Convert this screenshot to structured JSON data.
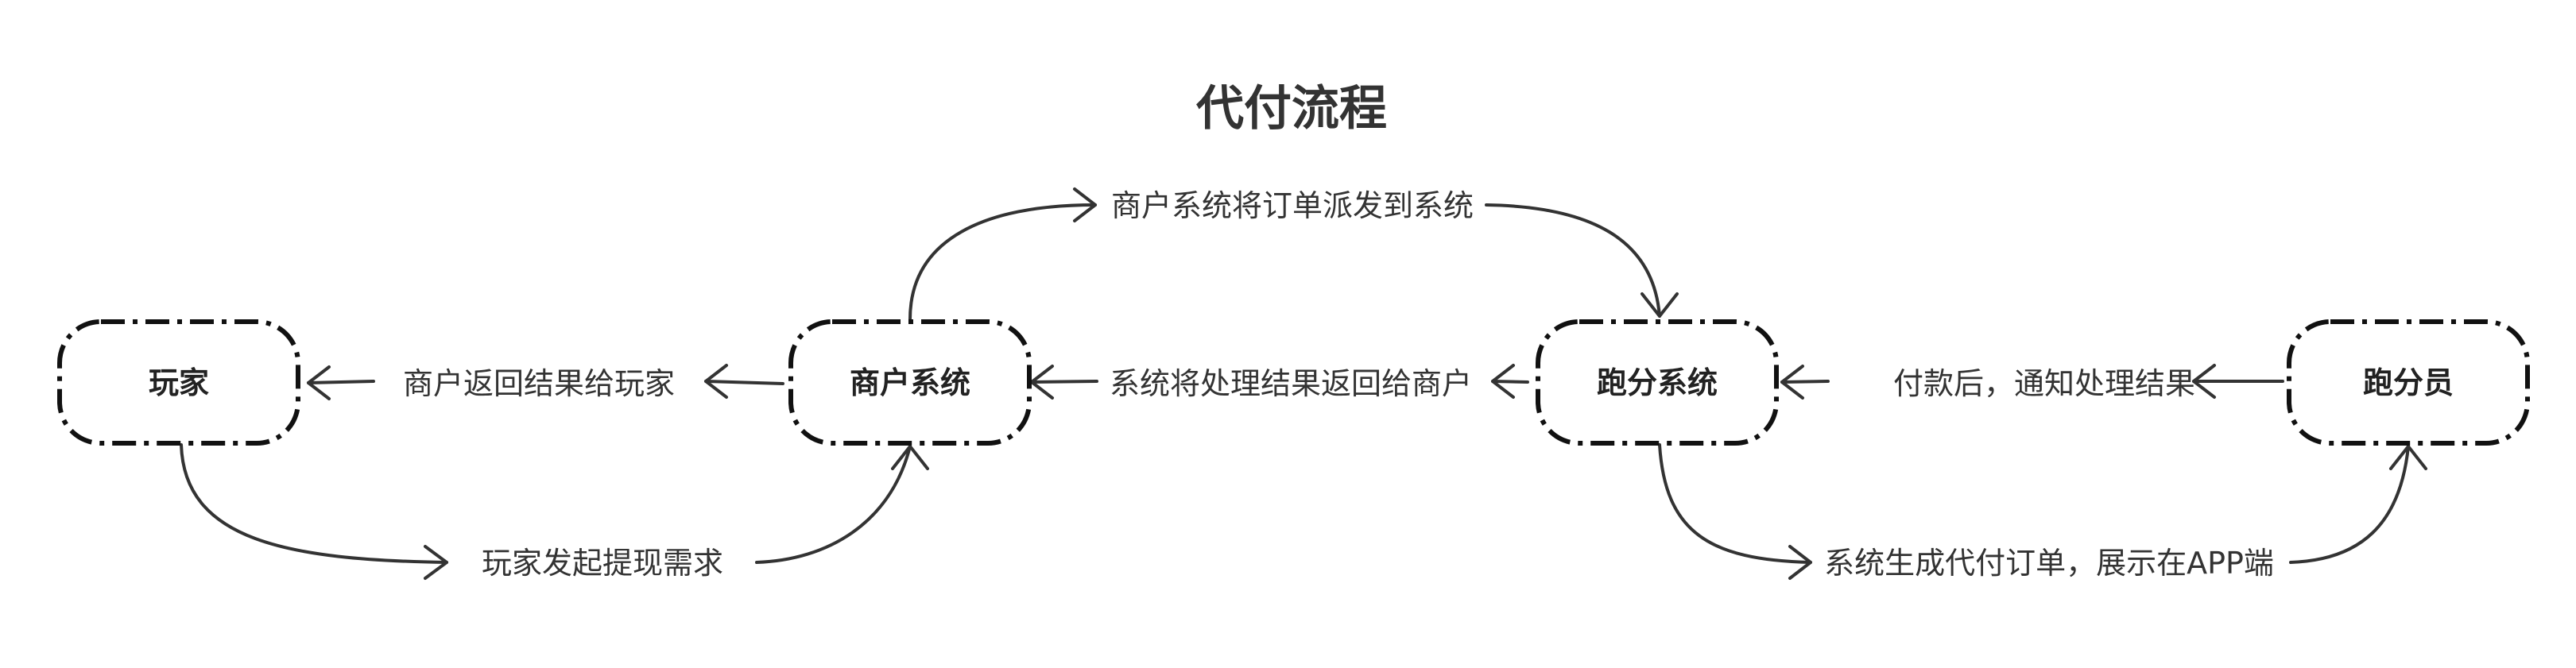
{
  "diagram": {
    "title": "代付流程",
    "nodes": {
      "player": "玩家",
      "merchant_system": "商户系统",
      "runner_system": "跑分系统",
      "runner": "跑分员"
    },
    "edges": {
      "player_request": "玩家发起提现需求",
      "merchant_dispatch": "商户系统将订单派发到系统",
      "merchant_return": "商户返回结果给玩家",
      "system_return": "系统将处理结果返回给商户",
      "runner_notify": "付款后，通知处理结果",
      "system_generate": "系统生成代付订单，展示在APP端"
    }
  }
}
